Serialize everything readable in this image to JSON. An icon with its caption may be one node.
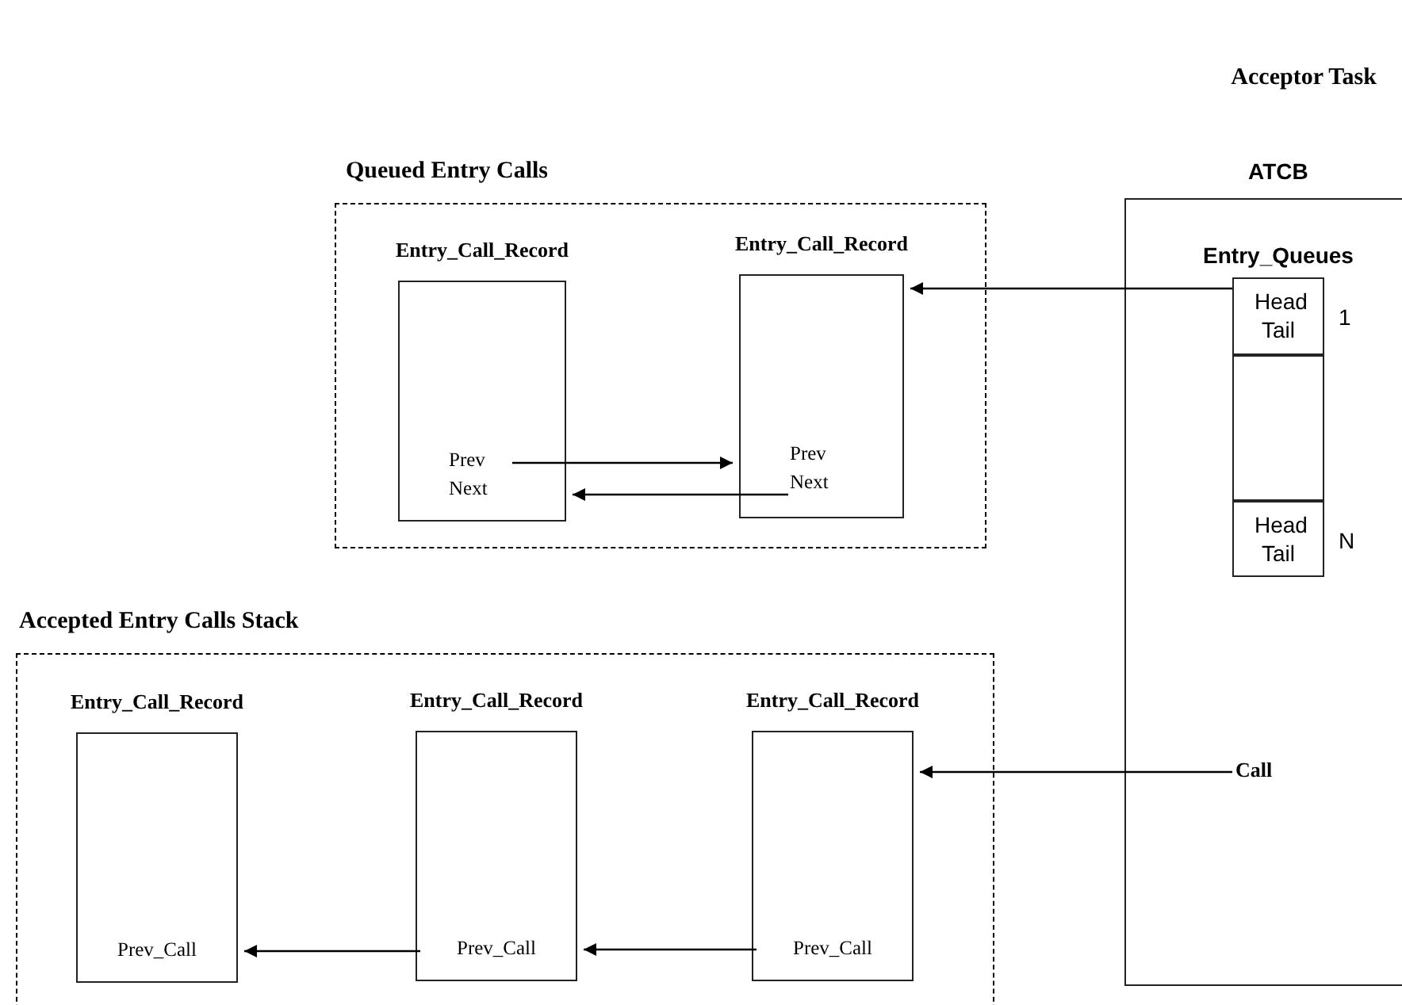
{
  "diagram": {
    "title": "Acceptor Task",
    "nodes": [
      {
        "text": [
          "Queued Entry Calls"
        ]
      },
      {
        "text": [
          "Entry_Call_Record",
          "Prev",
          "Next"
        ],
        "in": 0
      },
      {
        "text": [
          "Entry_Call_Record",
          "Prev",
          "Next"
        ],
        "in": 0
      },
      {
        "text": [
          "ATCB"
        ]
      },
      {
        "text": [
          "Entry_Queues"
        ],
        "in": 3
      },
      {
        "text": [
          "Head",
          "Tail"
        ],
        "beside": [
          "1"
        ],
        "in": 4
      },
      {
        "text": [],
        "shape": "box",
        "in": 4
      },
      {
        "text": [
          "Head",
          "Tail"
        ],
        "beside": [
          "N"
        ],
        "in": 4
      },
      {
        "text": [
          "Accepted Entry Calls Stack"
        ]
      },
      {
        "text": [
          "Entry_Call_Record",
          "Prev_Call"
        ],
        "in": 8
      },
      {
        "text": [
          "Entry_Call_Record",
          "Prev_Call"
        ],
        "in": 8
      },
      {
        "text": [
          "Entry_Call_Record",
          "Prev_Call"
        ],
        "in": 8
      },
      {
        "text": [
          "Call"
        ],
        "in": 3
      }
    ],
    "edges": [
      {
        "from": 5,
        "to": 2,
        "arrow": "to"
      },
      {
        "from": 1,
        "to": 2,
        "arrow": "to"
      },
      {
        "from": 2,
        "to": 1,
        "arrow": "to"
      },
      {
        "from": 12,
        "to": 11,
        "arrow": "to"
      },
      {
        "from": 11,
        "to": 10,
        "arrow": "to"
      },
      {
        "from": 10,
        "to": 9,
        "arrow": "to"
      }
    ]
  }
}
